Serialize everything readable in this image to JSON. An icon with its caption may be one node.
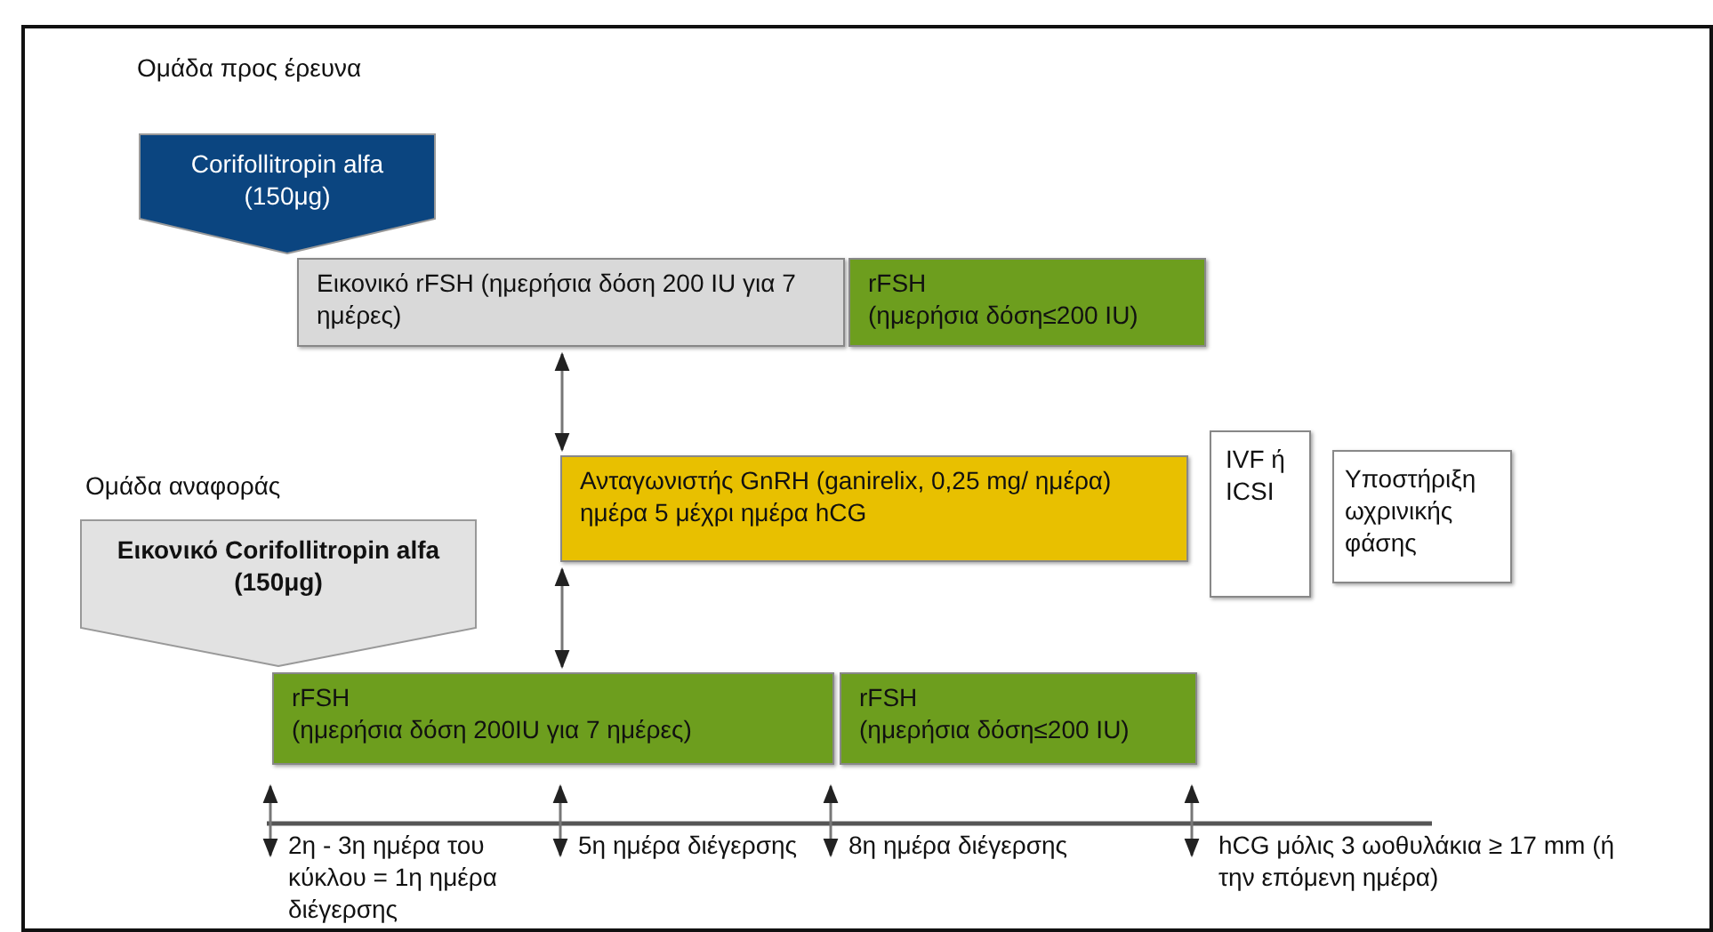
{
  "diagram": {
    "nodes": [
      {
        "text": [
          "Corifollitropin alfa (150μg)"
        ]
      },
      {
        "text": [
          "Εικονικό rFSH (ημερήσια δόση 200 IU για 7 ημέρες)"
        ]
      },
      {
        "text": [
          "rFSH",
          "(ημερήσια δόση≤200 IU)"
        ]
      },
      {
        "text": [
          "Ανταγωνιστής GnRH (ganirelix, 0,25 mg/ ημέρα) ημέρα 5 μέχρι ημέρα hCG"
        ]
      },
      {
        "text": [
          "IVF ή ICSI"
        ]
      },
      {
        "text": [
          "Υποστήριξη ωχρινικής φάσης"
        ]
      },
      {
        "text": [
          "Εικονικό Corifollitropin alfa (150μg)"
        ]
      },
      {
        "text": [
          "rFSH",
          "(ημερήσια δόση 200IU για 7 ημέρες)"
        ]
      },
      {
        "text": [
          "rFSH",
          "(ημερήσια δόση≤200 IU)"
        ]
      }
    ],
    "edges": [
      {
        "from": 1,
        "to": 3,
        "arrow": "both"
      },
      {
        "from": 3,
        "to": 7,
        "arrow": "both"
      }
    ],
    "labels": [
      "Ομάδα προς έρευνα",
      "Ομάδα αναφοράς",
      "2η - 3η ημέρα του κύκλου = 1η ημέρα διέγερσης",
      "5η ημέρα διέγερσης",
      "8η ημέρα διέγερσης",
      "hCG μόλις 3 ωοθυλάκια ≥ 17 mm (ή την επόμενη ημέρα)"
    ]
  }
}
